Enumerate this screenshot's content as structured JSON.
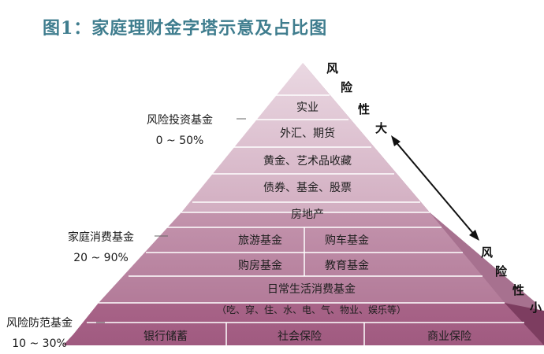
{
  "title": "图1：家庭理财金字塔示意及占比图",
  "funds": {
    "investment": {
      "name": "风险投资基金",
      "range": "0 ~ 50%"
    },
    "consumption": {
      "name": "家庭消费基金",
      "range": "20 ~ 90%"
    },
    "protection": {
      "name": "风险防范基金",
      "range": "10 ~ 30%"
    }
  },
  "layers": {
    "shiye": "实业",
    "forex": "外汇、期货",
    "gold": "黄金、艺术品收藏",
    "bonds": "债券、基金、股票",
    "realestate": "房地产",
    "travel": "旅游基金",
    "car": "购车基金",
    "house": "购房基金",
    "education": "教育基金",
    "daily": "日常生活消费基金",
    "daily_detail": "（吃、穿、住、水、电、气、物业、娱乐等）",
    "savings": "银行储蓄",
    "social": "社会保险",
    "commercial": "商业保险"
  },
  "risk_high": [
    "风",
    "险",
    "性",
    "大"
  ],
  "risk_low": [
    "风",
    "险",
    "性",
    "小"
  ],
  "colors": {
    "title": "#3f7d8e",
    "top_layers": "#c89bb2",
    "mid_layers": "#b87d9b",
    "bottom_layers": "#a86488",
    "side_face": "#8d4a6e",
    "line": "#ffffff"
  }
}
